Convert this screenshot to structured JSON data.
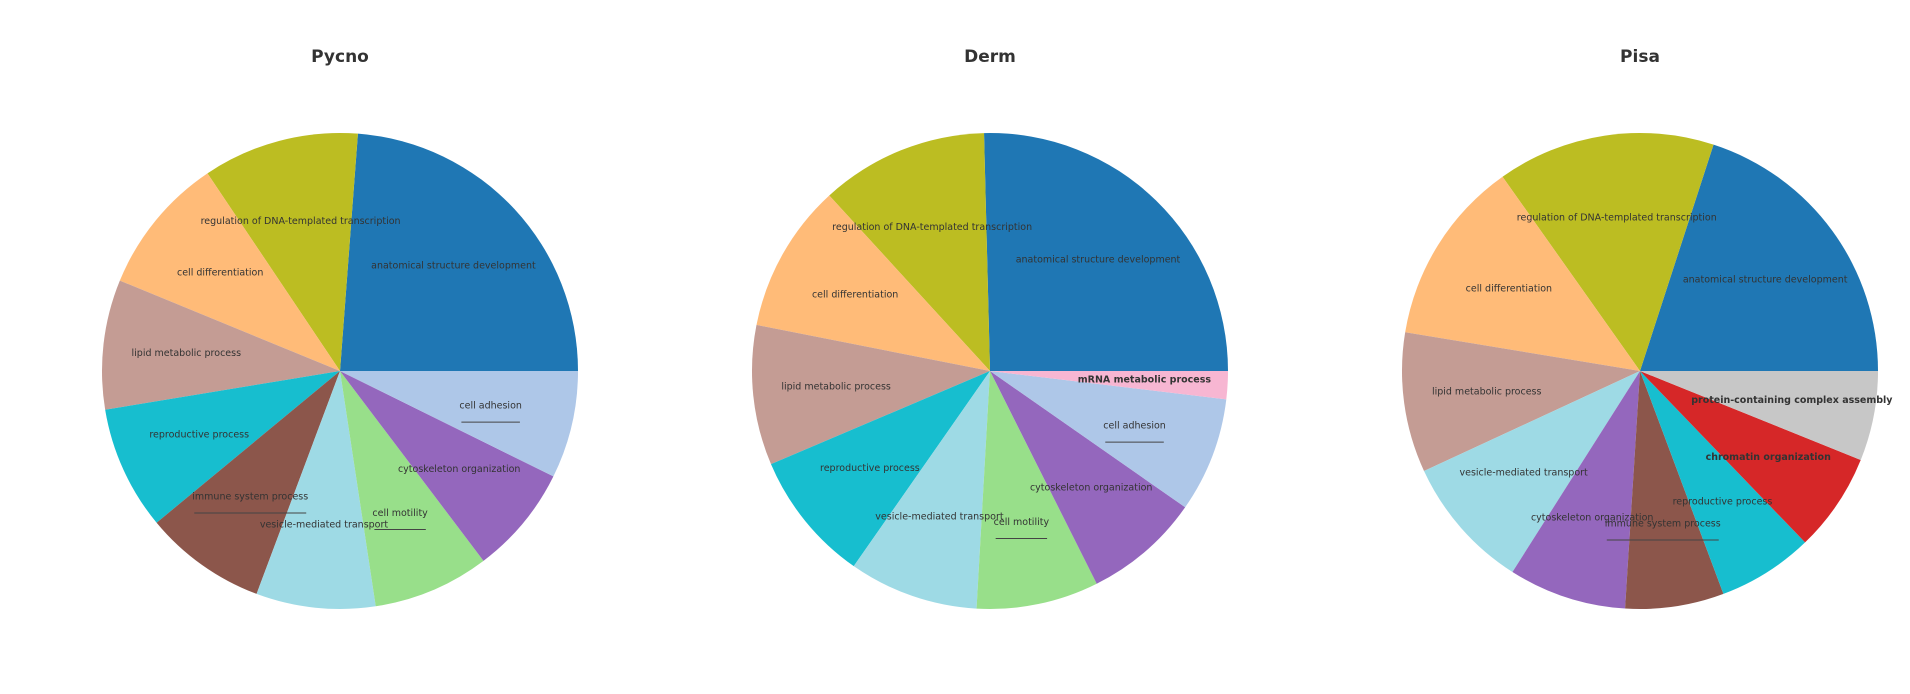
{
  "chart_data": [
    {
      "type": "pie",
      "title": "Pycno",
      "start_angle_deg": 0,
      "direction": "counterclockwise",
      "slices": [
        {
          "label": "anatomical structure development",
          "value": 23.8,
          "color": "#1f77b4"
        },
        {
          "label": "regulation of DNA-templated transcription",
          "value": 10.6,
          "color": "#bcbd22"
        },
        {
          "label": "cell differentiation",
          "value": 9.4,
          "color": "#ffbb78"
        },
        {
          "label": "lipid metabolic process",
          "value": 8.8,
          "color": "#c49c94"
        },
        {
          "label": "reproductive process",
          "value": 8.4,
          "color": "#17becf"
        },
        {
          "label": "immune system process",
          "value": 8.3,
          "color": "#8c564b",
          "underline": true
        },
        {
          "label": "vesicle-mediated transport",
          "value": 8.1,
          "color": "#9edae5"
        },
        {
          "label": "cell motility",
          "value": 7.9,
          "color": "#98df8a",
          "underline": true
        },
        {
          "label": "cytoskeleton organization",
          "value": 7.4,
          "color": "#9467bd"
        },
        {
          "label": "cell adhesion",
          "value": 7.3,
          "color": "#aec7e8",
          "underline": true
        }
      ]
    },
    {
      "type": "pie",
      "title": "Derm",
      "start_angle_deg": 0,
      "direction": "counterclockwise",
      "slices": [
        {
          "label": "anatomical structure development",
          "value": 25.4,
          "color": "#1f77b4"
        },
        {
          "label": "regulation of DNA-templated transcription",
          "value": 11.4,
          "color": "#bcbd22"
        },
        {
          "label": "cell differentiation",
          "value": 10.1,
          "color": "#ffbb78"
        },
        {
          "label": "lipid metabolic process",
          "value": 9.5,
          "color": "#c49c94"
        },
        {
          "label": "reproductive process",
          "value": 8.9,
          "color": "#17becf"
        },
        {
          "label": "vesicle-mediated transport",
          "value": 8.8,
          "color": "#9edae5"
        },
        {
          "label": "cell motility",
          "value": 8.3,
          "color": "#98df8a",
          "underline": true
        },
        {
          "label": "cytoskeleton organization",
          "value": 7.9,
          "color": "#9467bd"
        },
        {
          "label": "cell adhesion",
          "value": 7.8,
          "color": "#aec7e8",
          "underline": true
        },
        {
          "label": "mRNA metabolic process",
          "value": 1.9,
          "color": "#f7b6d2",
          "bold": true
        }
      ]
    },
    {
      "type": "pie",
      "title": "Pisa",
      "start_angle_deg": 0,
      "direction": "counterclockwise",
      "slices": [
        {
          "label": "anatomical structure development",
          "value": 20.0,
          "color": "#1f77b4"
        },
        {
          "label": "regulation of DNA-templated transcription",
          "value": 14.8,
          "color": "#bcbd22"
        },
        {
          "label": "cell differentiation",
          "value": 12.6,
          "color": "#ffbb78"
        },
        {
          "label": "lipid metabolic process",
          "value": 9.5,
          "color": "#c49c94"
        },
        {
          "label": "vesicle-mediated transport",
          "value": 9.1,
          "color": "#9edae5"
        },
        {
          "label": "cytoskeleton organization",
          "value": 8.0,
          "color": "#9467bd"
        },
        {
          "label": "immune system process",
          "value": 6.7,
          "color": "#8c564b",
          "underline": true
        },
        {
          "label": "reproductive process",
          "value": 6.5,
          "color": "#17becf"
        },
        {
          "label": "chromatin organization",
          "value": 6.7,
          "color": "#d62728",
          "bold": true
        },
        {
          "label": "protein-containing complex assembly",
          "value": 6.1,
          "color": "#c7c7c7",
          "bold": true
        }
      ]
    }
  ]
}
